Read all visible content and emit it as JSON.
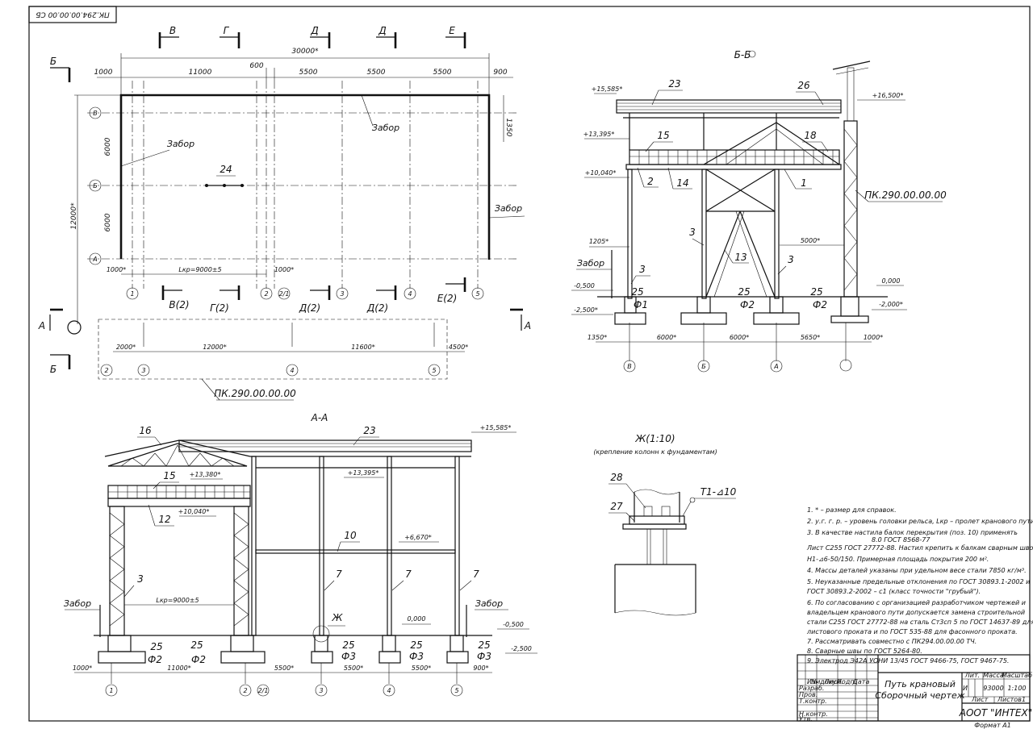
{
  "stamp_code": "ПК.294.00.00.00 СБ",
  "plan": {
    "section_marks": [
      "В",
      "Г",
      "Д",
      "Д",
      "Е"
    ],
    "section_marks_2": [
      "В(2)",
      "Г(2)",
      "Д(2)",
      "Д(2)",
      "Е(2)"
    ],
    "dim_total": "30000*",
    "dim_600": "600",
    "dims_top": [
      "1000",
      "11000",
      "5500",
      "5500",
      "5500",
      "900"
    ],
    "dim_left_total": "12000*",
    "dims_left": [
      "6000",
      "6000"
    ],
    "dim_right": "1350",
    "rows": [
      "В",
      "Б",
      "А"
    ],
    "cols": [
      "1",
      "2",
      "2/1",
      "3",
      "4",
      "5"
    ],
    "fence_label": "Забор",
    "pos_24": "24",
    "span_label": "Lкр=9000±5",
    "dim_1000a": "1000*",
    "dim_1000b": "1000*",
    "dims_bottom": [
      "2000*",
      "12000*",
      "11600*",
      "4500*"
    ],
    "cols_bottom": [
      "2",
      "3",
      "4",
      "5"
    ],
    "ext_ref": "ПК.290.00.00.00",
    "cut_A": "А",
    "cut_B": "Б"
  },
  "section_bb": {
    "title": "Б-Б",
    "levels": [
      "+15,585*",
      "+13,395*",
      "+10,040*",
      "-0,500",
      "-2,500*",
      "+16,500*",
      "0,000",
      "-2,000*"
    ],
    "positions": [
      "23",
      "26",
      "15",
      "18",
      "2",
      "14",
      "1",
      "3",
      "13",
      "3",
      "25",
      "25",
      "25",
      "3"
    ],
    "foundations": [
      "Ф1",
      "Ф2",
      "Ф2"
    ],
    "ref": "ПК.290.00.00.00",
    "dim_1205": "1205*",
    "dim_5000": "5000*",
    "fence": "Забор",
    "dims_bottom": [
      "1350*",
      "6000*",
      "6000*",
      "5650*",
      "1000*"
    ],
    "axes": [
      "В",
      "Б",
      "А"
    ]
  },
  "section_aa": {
    "title": "А-А",
    "levels": [
      "+15,585*",
      "+13,380*",
      "+13,395*",
      "+10,040*",
      "+6,670*",
      "0,000",
      "-0,500",
      "-2,500"
    ],
    "positions": [
      "16",
      "23",
      "15",
      "12",
      "10",
      "3",
      "7",
      "7",
      "7",
      "25",
      "25",
      "25",
      "25",
      "25"
    ],
    "foundations": [
      "Ф2",
      "Ф2",
      "Ф3",
      "Ф3",
      "Ф3"
    ],
    "node_mark": "Ж",
    "span_label": "Lкр=9000±5",
    "fence": "Забор",
    "dims_bottom": [
      "1000*",
      "11000*",
      "5500*",
      "5500*",
      "5500*",
      "900*"
    ],
    "axes": [
      "1",
      "2",
      "2/1",
      "3",
      "4",
      "5"
    ]
  },
  "detail": {
    "title": "Ж(1:10)",
    "subtitle": "(крепление колонн к фундаментам)",
    "positions": [
      "28",
      "27"
    ],
    "weld": "Т1-⊿10"
  },
  "notes": [
    "1. * – размер для справок.",
    "2. у.г. г. р. – уровень головки рельса, Lкр – пролет кранового пути.",
    "3. В качестве настила балок перекрытия (поз. 10) применять",
    "8.0 ГОСТ 8568-77",
    "Лист С255 ГОСТ 27772-88. Настил крепить к балкам сварным швом",
    "Н1-⊿6-50/150. Примерная площадь покрытия 200 м².",
    "4. Массы деталей указаны при удельном весе стали 7850 кг/м³.",
    "5. Неуказанные предельные отклонения по ГОСТ 30893.1-2002 и",
    "ГОСТ 30893.2-2002 – с1 (класс точности \"грубый\").",
    "6. По согласованию с организацией разработчиком чертежей и",
    "владельцем кранового пути допускается замена строительной",
    "стали С255 ГОСТ 27772-88 на сталь Ст3сп 5 по ГОСТ 14637-89 для",
    "листового проката и по ГОСТ 535-88 для фасонного проката.",
    "7. Рассматривать совместно с ПК294.00.00.00 ТЧ.",
    "8. Сварные швы по ГОСТ 5264-80.",
    "9. Электрод Э42А УОНИ 13/45 ГОСТ 9466-75, ГОСТ 9467-75."
  ],
  "title_block": {
    "name_line1": "Путь крановый",
    "name_line2": "Сборочный чертеж",
    "company": "АООТ \"ИНТЕХ\"",
    "hdr_lit": "Лит.",
    "hdr_mass": "Масса",
    "hdr_scale": "Масштаб",
    "lit": "И",
    "mass": "93000",
    "scale": "1:100",
    "sheet": "Лист",
    "sheets": "Листов",
    "sheets_val": "1",
    "format": "Формат   А1",
    "rows_left": [
      "Изм. Лист",
      "Разраб.",
      "Пров.",
      "Т.контр.",
      "",
      "Н.контр.",
      "Утв."
    ],
    "hdr_cols": [
      "№ докум.",
      "Подп.",
      "Дата"
    ]
  }
}
